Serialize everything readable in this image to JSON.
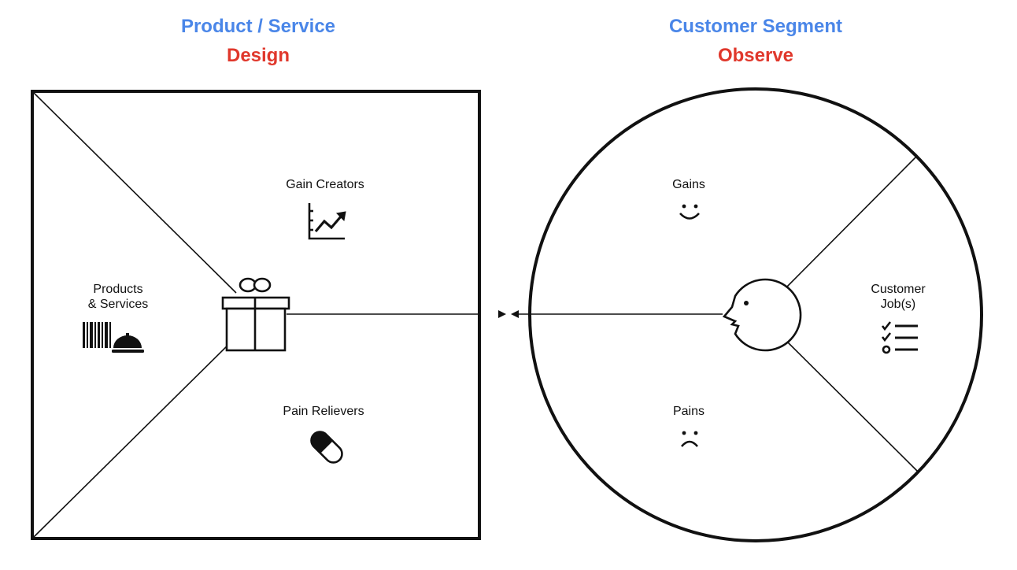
{
  "product_side": {
    "title": "Product / Service",
    "subtitle": "Design",
    "sections": {
      "gain_creators": "Gain Creators",
      "products_services_line1": "Products",
      "products_services_line2": "& Services",
      "pain_relievers": "Pain Relievers"
    }
  },
  "customer_side": {
    "title": "Customer Segment",
    "subtitle": "Observe",
    "sections": {
      "gains": "Gains",
      "customer_jobs_line1": "Customer",
      "customer_jobs_line2": "Job(s)",
      "pains": "Pains"
    }
  },
  "colors": {
    "title": "#4a86e8",
    "subtitle": "#e0382c",
    "line": "#111111"
  },
  "icons": [
    "gift-icon",
    "growth-chart-icon",
    "barcode-icon",
    "service-bell-icon",
    "pill-icon",
    "smile-icon",
    "frown-icon",
    "checklist-icon",
    "customer-face-icon",
    "arrow-right-icon",
    "arrow-left-icon"
  ]
}
